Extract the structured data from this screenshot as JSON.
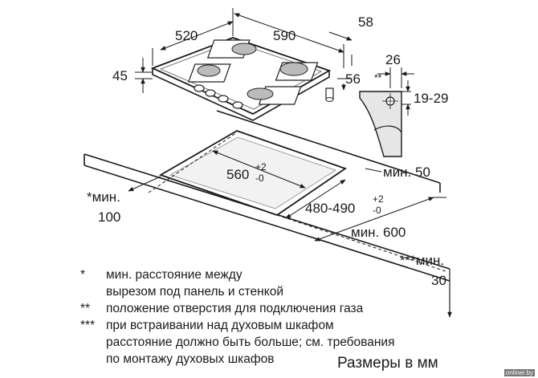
{
  "dimensions": {
    "width_left": "520",
    "width_right": "590",
    "depth_small": "58",
    "height_45": "45",
    "height_56": "56",
    "bracket_26": "26",
    "gas_marker": "**",
    "bracket_range": "19-29",
    "cutout_width_base": "560",
    "cutout_width_plus": "+2",
    "cutout_width_minus": "-0",
    "cutout_depth_base": "480-490",
    "cutout_depth_plus": "+2",
    "cutout_depth_minus": "-0",
    "min_50": "мин. 50",
    "min_100_label": "*мин.",
    "min_100_value": "100",
    "min_600": "мин. 600",
    "min_30_label": "***мин.",
    "min_30_value": "30"
  },
  "notes": [
    {
      "mark": "*",
      "text": "мин. расстояние между"
    },
    {
      "mark": "",
      "text": "вырезом под панель и стенкой"
    },
    {
      "mark": "**",
      "text": "положение отверстия для подключения газа"
    },
    {
      "mark": "***",
      "text": "при встраивании над духовым шкафом"
    },
    {
      "mark": "",
      "text": "расстояние должно быть больше; см. требования"
    },
    {
      "mark": "",
      "text": "по монтажу духовых шкафов"
    }
  ],
  "units_label": "Размеры в мм",
  "watermark": "onliner.by"
}
